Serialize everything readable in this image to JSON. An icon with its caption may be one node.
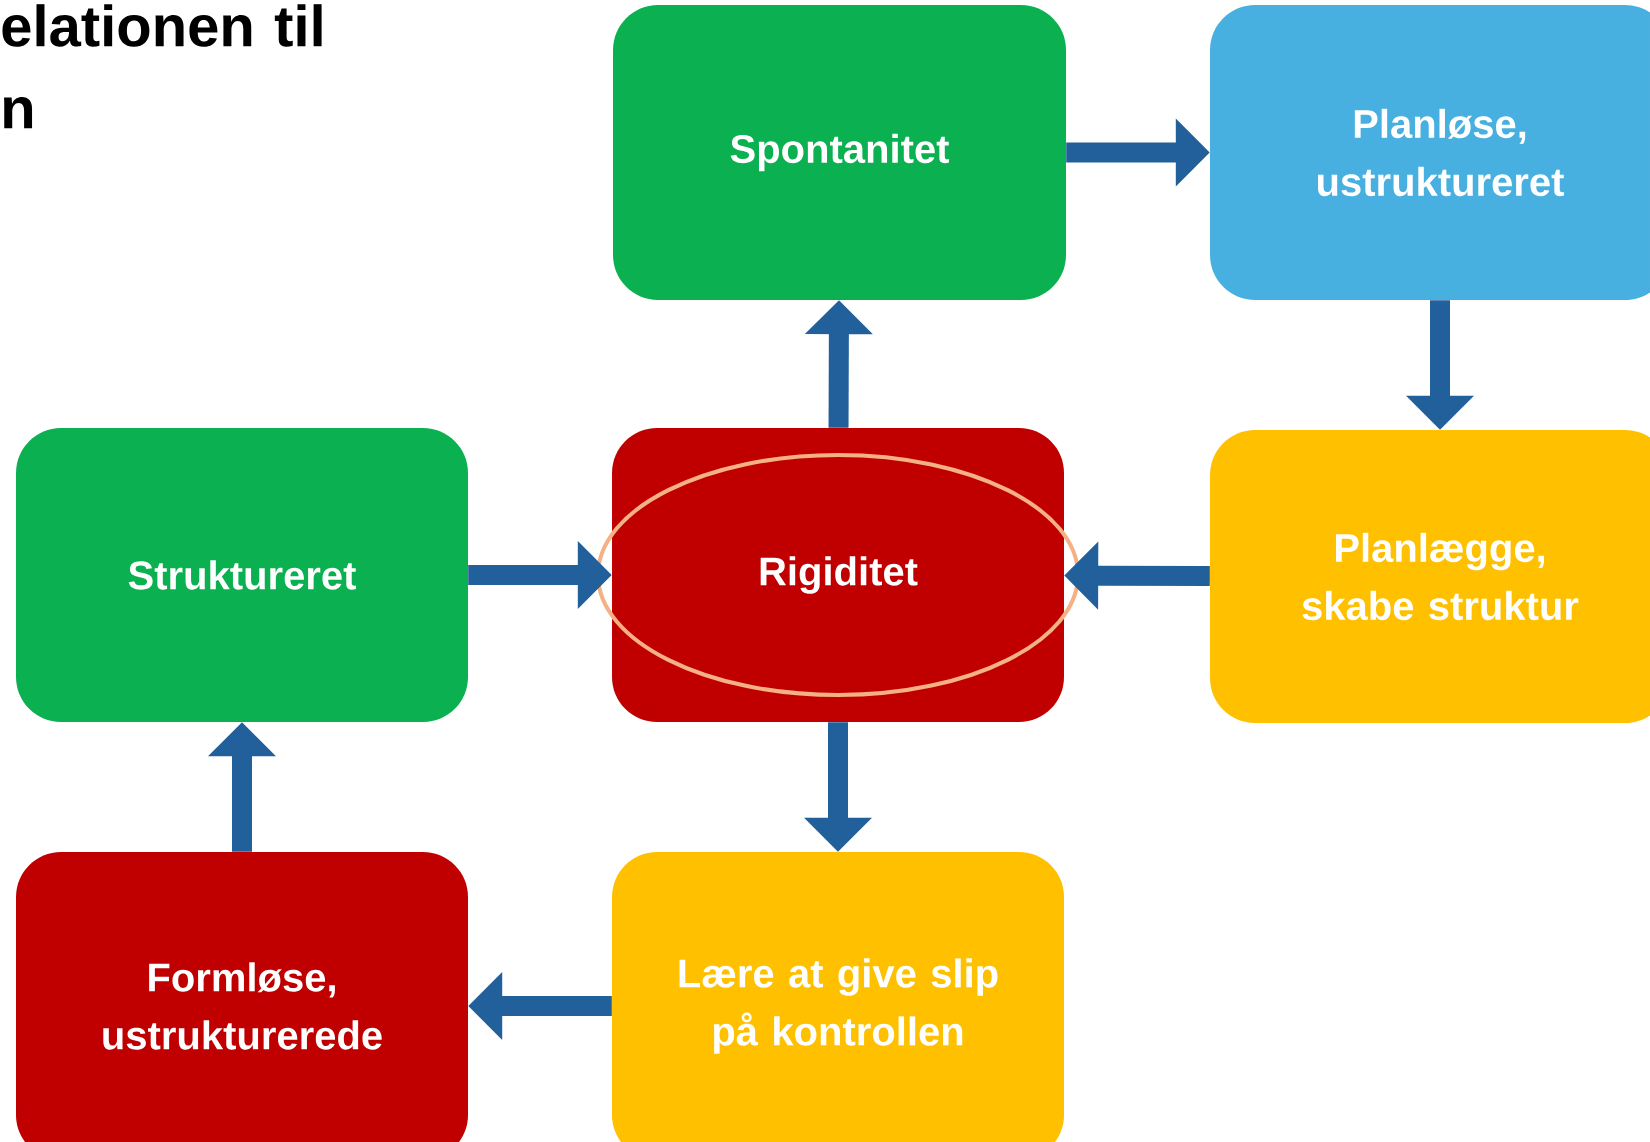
{
  "diagram": {
    "title": "elationen til n",
    "nodes": [
      {
        "text": [
          "Spontanitet"
        ]
      },
      {
        "text": [
          "Planløse, ustruktureret"
        ]
      },
      {
        "text": [
          "Struktureret"
        ]
      },
      {
        "text": [
          "Rigiditet"
        ]
      },
      {
        "text": [
          "Planlægge, skabe struktur"
        ]
      },
      {
        "text": [
          "Formløse, ustrukturerede"
        ]
      },
      {
        "text": [
          "Lære at give slip på kontrollen"
        ]
      }
    ],
    "edges": [
      {
        "from": 3,
        "to": 0,
        "arrow": "to"
      },
      {
        "from": 0,
        "to": 1,
        "arrow": "to"
      },
      {
        "from": 1,
        "to": 4,
        "arrow": "to"
      },
      {
        "from": 4,
        "to": 3,
        "arrow": "to"
      },
      {
        "from": 2,
        "to": 3,
        "arrow": "to"
      },
      {
        "from": 3,
        "to": 6,
        "arrow": "to"
      },
      {
        "from": 6,
        "to": 5,
        "arrow": "to"
      },
      {
        "from": 5,
        "to": 2,
        "arrow": "to"
      }
    ]
  }
}
